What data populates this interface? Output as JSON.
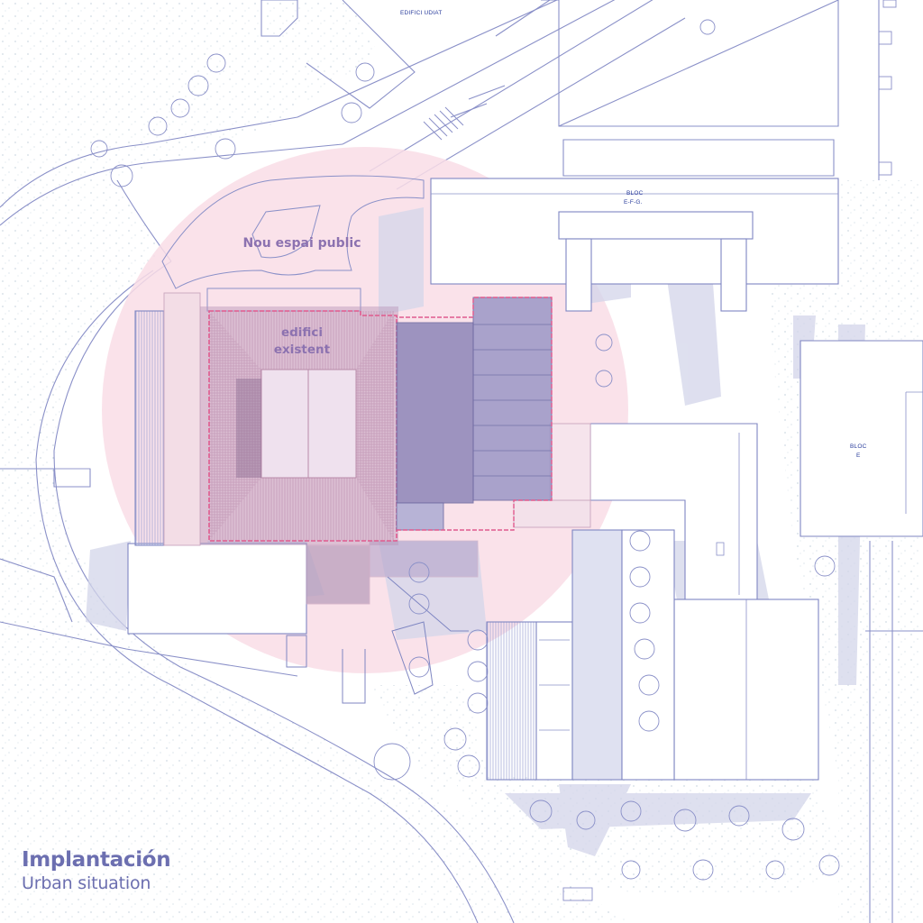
{
  "labels": {
    "edifici_udiat": "EDIFICI UDIAT",
    "bloc_efg_line1": "BLOC",
    "bloc_efg_line2": "E-F-G.",
    "bloc_e_line1": "BLOC",
    "bloc_e_line2": "E",
    "nou_espai_public": "Nou espai public",
    "edifici_existent_line1": "edifici",
    "edifici_existent_line2": "existent"
  },
  "caption": {
    "title": "Implantación",
    "subtitle": "Urban situation"
  },
  "colors": {
    "line": "#8a90c8",
    "highlight_circle": "#f9dde6",
    "existing_building": "#b48fb0",
    "purple_block": "#8d86b8",
    "shadow": "#d6d7ec",
    "text_accent": "#6c6fb0"
  }
}
